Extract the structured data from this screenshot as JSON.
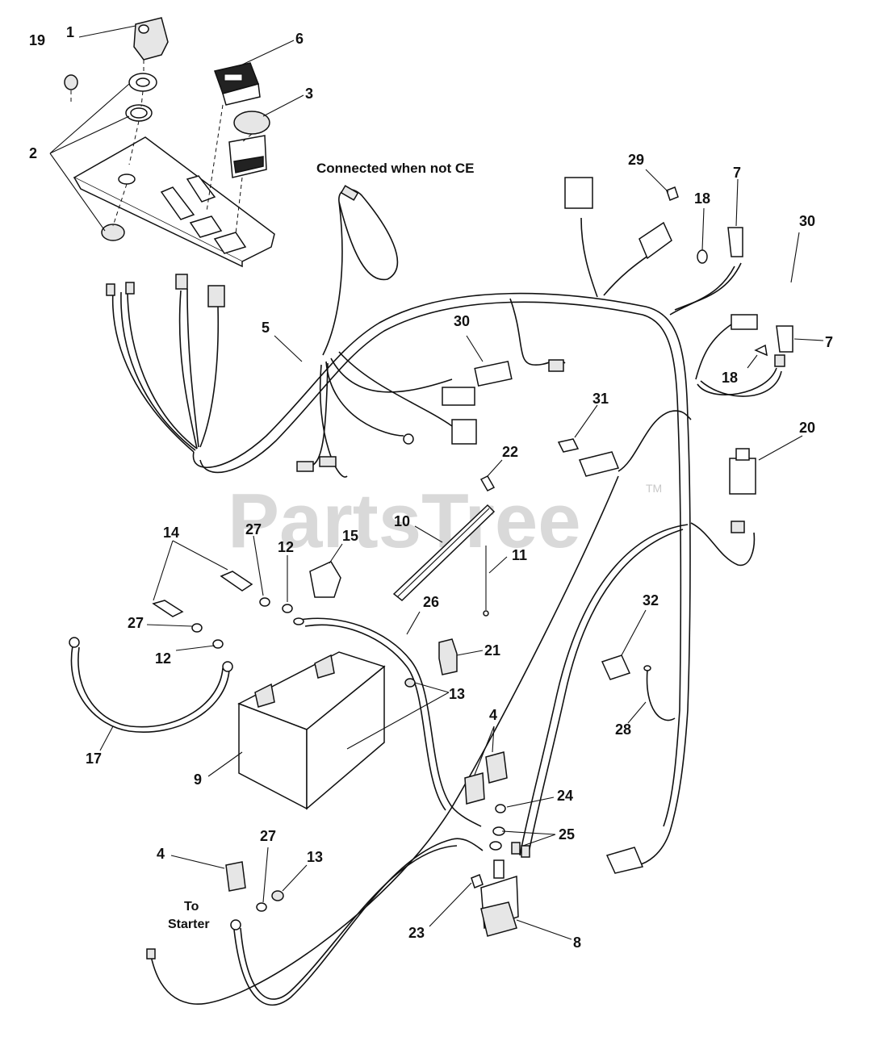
{
  "watermark": {
    "text": "PartsTree",
    "trademark": "TM"
  },
  "notes": {
    "connected_when_not_ce": "Connected when not CE",
    "to_starter_line1": "To",
    "to_starter_line2": "Starter"
  },
  "callouts": [
    {
      "id": "c1",
      "label": "1"
    },
    {
      "id": "c19",
      "label": "19"
    },
    {
      "id": "c6",
      "label": "6"
    },
    {
      "id": "c3",
      "label": "3"
    },
    {
      "id": "c2",
      "label": "2"
    },
    {
      "id": "c5",
      "label": "5"
    },
    {
      "id": "c30a",
      "label": "30"
    },
    {
      "id": "c29",
      "label": "29"
    },
    {
      "id": "c18a",
      "label": "18"
    },
    {
      "id": "c7a",
      "label": "7"
    },
    {
      "id": "c30b",
      "label": "30"
    },
    {
      "id": "c7b",
      "label": "7"
    },
    {
      "id": "c18b",
      "label": "18"
    },
    {
      "id": "c31",
      "label": "31"
    },
    {
      "id": "c20",
      "label": "20"
    },
    {
      "id": "c22",
      "label": "22"
    },
    {
      "id": "c10",
      "label": "10"
    },
    {
      "id": "c11",
      "label": "11"
    },
    {
      "id": "c14",
      "label": "14"
    },
    {
      "id": "c27a",
      "label": "27"
    },
    {
      "id": "c12a",
      "label": "12"
    },
    {
      "id": "c15",
      "label": "15"
    },
    {
      "id": "c26",
      "label": "26"
    },
    {
      "id": "c27b",
      "label": "27"
    },
    {
      "id": "c12b",
      "label": "12"
    },
    {
      "id": "c21",
      "label": "21"
    },
    {
      "id": "c32",
      "label": "32"
    },
    {
      "id": "c13a",
      "label": "13"
    },
    {
      "id": "c28",
      "label": "28"
    },
    {
      "id": "c17",
      "label": "17"
    },
    {
      "id": "c9",
      "label": "9"
    },
    {
      "id": "c4a",
      "label": "4"
    },
    {
      "id": "c24",
      "label": "24"
    },
    {
      "id": "c25",
      "label": "25"
    },
    {
      "id": "c4b",
      "label": "4"
    },
    {
      "id": "c27c",
      "label": "27"
    },
    {
      "id": "c13b",
      "label": "13"
    },
    {
      "id": "c23",
      "label": "23"
    },
    {
      "id": "c8",
      "label": "8"
    }
  ]
}
